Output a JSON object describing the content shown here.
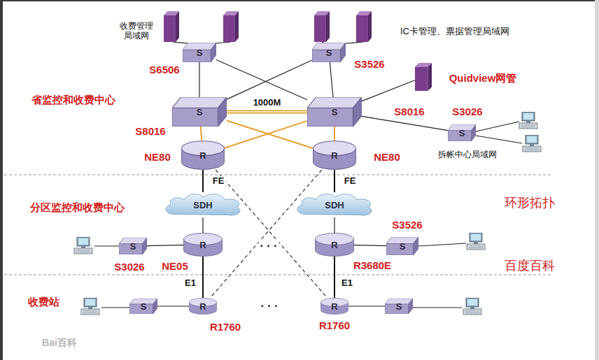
{
  "diagram": {
    "nodes": [
      {
        "text": [
          "S",
          "S6506"
        ]
      },
      {
        "text": [
          "S",
          "S3526"
        ]
      },
      {
        "text": [
          "Quidview网管"
        ]
      },
      {
        "text": [
          "S",
          "S8016"
        ]
      },
      {
        "text": [
          "S",
          "S8016"
        ]
      },
      {
        "text": [
          "S",
          "S3026"
        ]
      },
      {
        "text": [
          "R",
          "NE80"
        ]
      },
      {
        "text": [
          "R",
          "NE80"
        ]
      },
      {
        "text": [
          "SDH"
        ]
      },
      {
        "text": [
          "SDH"
        ]
      },
      {
        "text": [
          "S",
          "S3026"
        ]
      },
      {
        "text": [
          "R",
          "NE05"
        ]
      },
      {
        "text": [
          "R",
          "R3680E"
        ]
      },
      {
        "text": [
          "S",
          "S3526"
        ]
      },
      {
        "text": [
          "S"
        ]
      },
      {
        "text": [
          "R",
          "R1760"
        ]
      },
      {
        "text": [
          "R",
          "R1760"
        ]
      },
      {
        "text": [
          "S"
        ]
      }
    ],
    "edges": [
      {
        "from": 0,
        "to": 3,
        "arrow": "none"
      },
      {
        "from": 0,
        "to": 4,
        "arrow": "none"
      },
      {
        "from": 1,
        "to": 3,
        "arrow": "none"
      },
      {
        "from": 1,
        "to": 4,
        "arrow": "none"
      },
      {
        "from": 3,
        "to": 4,
        "label": "1000M",
        "arrow": "none"
      },
      {
        "from": 4,
        "to": 2,
        "arrow": "none"
      },
      {
        "from": 4,
        "to": 5,
        "arrow": "none"
      },
      {
        "from": 3,
        "to": 6,
        "arrow": "none"
      },
      {
        "from": 3,
        "to": 7,
        "arrow": "none"
      },
      {
        "from": 4,
        "to": 6,
        "arrow": "none"
      },
      {
        "from": 4,
        "to": 7,
        "arrow": "none"
      },
      {
        "from": 6,
        "to": 8,
        "label": "FE",
        "arrow": "none"
      },
      {
        "from": 7,
        "to": 9,
        "label": "FE",
        "arrow": "none"
      },
      {
        "from": 6,
        "to": 16,
        "arrow": "none"
      },
      {
        "from": 7,
        "to": 15,
        "arrow": "none"
      },
      {
        "from": 8,
        "to": 11,
        "arrow": "none"
      },
      {
        "from": 9,
        "to": 12,
        "arrow": "none"
      },
      {
        "from": 10,
        "to": 11,
        "arrow": "none"
      },
      {
        "from": 12,
        "to": 13,
        "arrow": "none"
      },
      {
        "from": 11,
        "to": 15,
        "label": "E1",
        "arrow": "none"
      },
      {
        "from": 12,
        "to": 16,
        "label": "E1",
        "arrow": "none"
      },
      {
        "from": 14,
        "to": 15,
        "arrow": "none"
      },
      {
        "from": 16,
        "to": 17,
        "arrow": "none"
      }
    ],
    "labels": [
      "收费管理 局域网",
      "IC卡管理、票据管理局域网",
      "省监控和收费中心",
      "拆帐中心局域网",
      "分区监控和收费中心",
      "环形拓扑",
      "· · ·",
      "百度百科",
      "收费站",
      "· · ·",
      "Bai百科"
    ]
  }
}
